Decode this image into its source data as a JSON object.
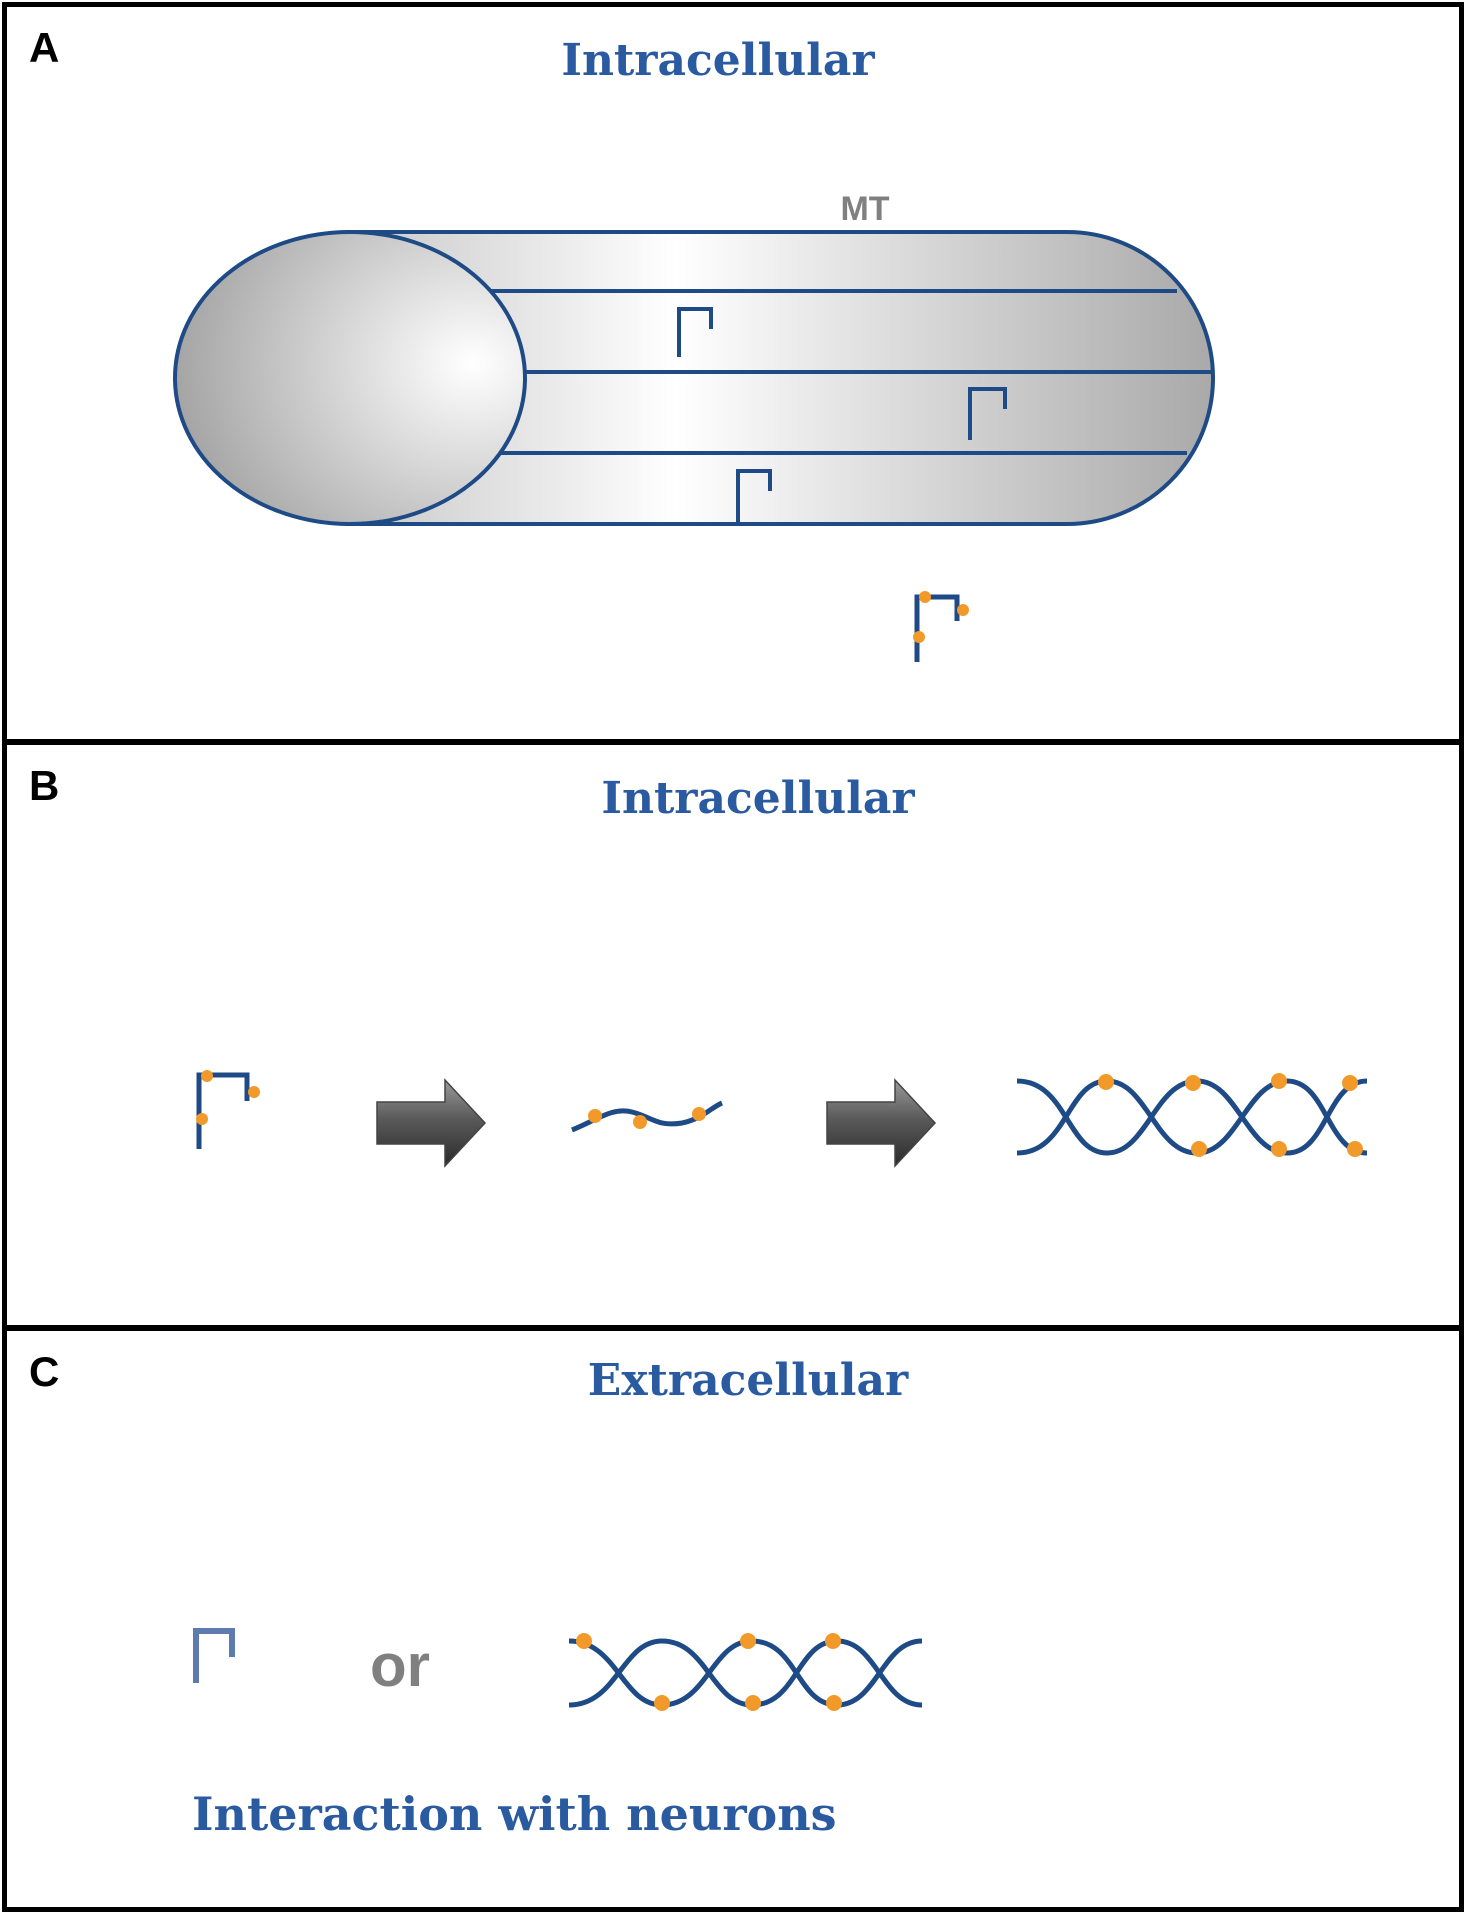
{
  "panel_a": {
    "letter": "A",
    "title": "Intracellular",
    "mt_label": "MT"
  },
  "panel_b": {
    "letter": "B",
    "title": "Intracellular"
  },
  "panel_c": {
    "letter": "C",
    "title": "Extracellular",
    "or_label": "or",
    "caption": "Interaction with neurons"
  },
  "colors": {
    "line_blue": "#1e4a86",
    "title_blue": "#2a5aa0",
    "dot_orange": "#f19a2a",
    "label_gray": "#808080"
  }
}
